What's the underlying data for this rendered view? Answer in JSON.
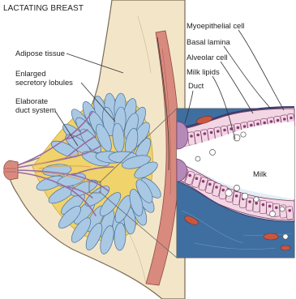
{
  "title": "LACTATING BREAST",
  "labels": {
    "adipose": "Adipose tissue",
    "lobules_1": "Enlarged",
    "lobules_2": "secretory lobules",
    "ducts_1": "Elaborate",
    "ducts_2": "duct system",
    "myoepithelial": "Myoepithelial cell",
    "basal": "Basal lamina",
    "alveolar": "Alveolar cell",
    "lipids": "Milk lipids",
    "duct": "Duct",
    "milk": "Milk"
  },
  "colors": {
    "skin": "#f3e6c8",
    "skin_outline": "#7a6a55",
    "muscle": "#d98a7e",
    "lobule": "#a8c8e4",
    "lobule_outline": "#4a6f95",
    "duct": "#b58ab8",
    "fat_yellow": "#f0d36a",
    "inset_bg": "#e4eef6",
    "tissue_blue": "#3f6ea0",
    "cell_pink": "#f3d6e4",
    "blood_red": "#c9573f"
  }
}
